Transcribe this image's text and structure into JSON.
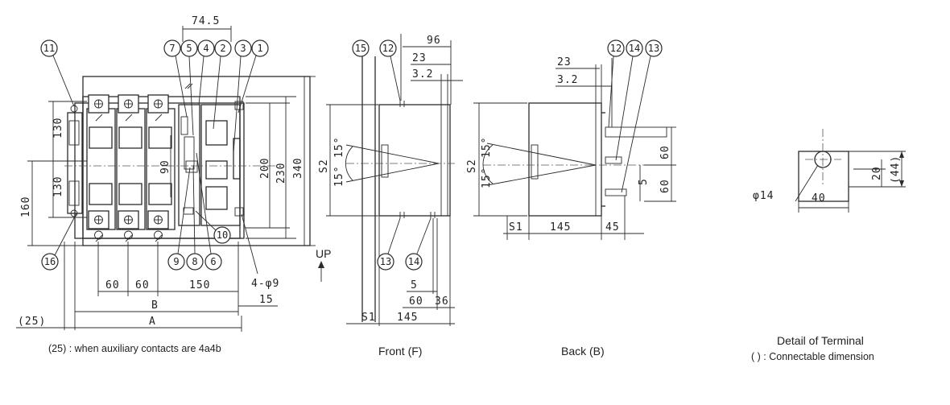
{
  "captions": {
    "front_note": "(25) : when auxiliary contacts are 4a4b",
    "front": "Front (F)",
    "back": "Back (B)",
    "detail_title": "Detail of Terminal",
    "detail_note": "(   ) : Connectable dimension"
  },
  "front_view": {
    "balloons": [
      "11",
      "7",
      "5",
      "4",
      "2",
      "3",
      "1",
      "16",
      "9",
      "8",
      "6",
      "10"
    ],
    "dims": {
      "top_width": "74.5",
      "h130_upper": "130",
      "h130_lower": "130",
      "h160": "160",
      "h90": "90",
      "h200": "200",
      "h230": "230",
      "h340": "340",
      "pitch1": "60",
      "pitch2": "60",
      "w150": "150",
      "holes": "4-φ9",
      "w15": "15",
      "label_b": "B",
      "label_a": "A",
      "w25": "(25)"
    },
    "up_label": "UP"
  },
  "side_front": {
    "balloons": [
      "15",
      "12",
      "13",
      "14"
    ],
    "dims": {
      "w96": "96",
      "w23": "23",
      "w3_2": "3.2",
      "s2": "S2",
      "angle_a": "15°",
      "angle_b": "15°",
      "d5": "5",
      "d60": "60",
      "d36": "36",
      "s1": "S1",
      "d145": "145"
    }
  },
  "side_back": {
    "balloons": [
      "12",
      "14",
      "13"
    ],
    "dims": {
      "w23": "23",
      "w3_2": "3.2",
      "s2": "S2",
      "angle_a": "15°",
      "angle_b": "15°",
      "d60a": "60",
      "d5": "5",
      "d60b": "60",
      "s1": "S1",
      "d145": "145",
      "d45": "45"
    }
  },
  "terminal": {
    "dims": {
      "dia": "φ14",
      "w40": "40",
      "h20": "20",
      "h44": "(44)"
    }
  }
}
